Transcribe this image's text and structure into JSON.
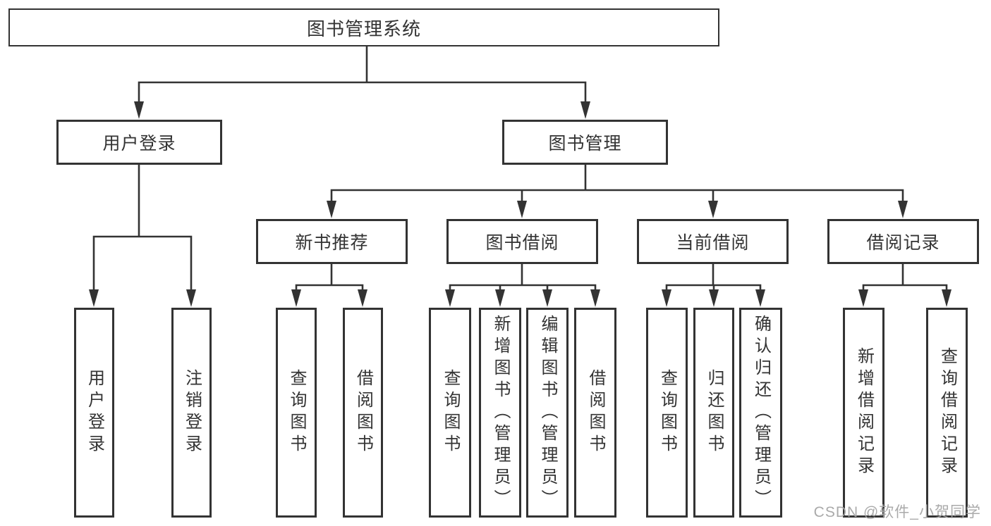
{
  "diagram": {
    "watermark": "CSDN @软件_小贺同学",
    "colors": {
      "line": "#333333",
      "text": "#333333",
      "background": "#ffffff",
      "watermark": "#a5a5a5"
    },
    "tree": {
      "label": "图书管理系统",
      "children": [
        {
          "label": "用户登录",
          "children": [
            {
              "label": "用户登录"
            },
            {
              "label": "注销登录"
            }
          ]
        },
        {
          "label": "图书管理",
          "children": [
            {
              "label": "新书推荐",
              "children": [
                {
                  "label": "查询图书"
                },
                {
                  "label": "借阅图书"
                }
              ]
            },
            {
              "label": "图书借阅",
              "children": [
                {
                  "label": "查询图书"
                },
                {
                  "label": "新增图书（管理员）"
                },
                {
                  "label": "编辑图书（管理员）"
                },
                {
                  "label": "借阅图书"
                }
              ]
            },
            {
              "label": "当前借阅",
              "children": [
                {
                  "label": "查询图书"
                },
                {
                  "label": "归还图书"
                },
                {
                  "label": "确认归还（管理员）"
                }
              ]
            },
            {
              "label": "借阅记录",
              "children": [
                {
                  "label": "新增借阅记录"
                },
                {
                  "label": "查询借阅记录"
                }
              ]
            }
          ]
        }
      ]
    }
  }
}
